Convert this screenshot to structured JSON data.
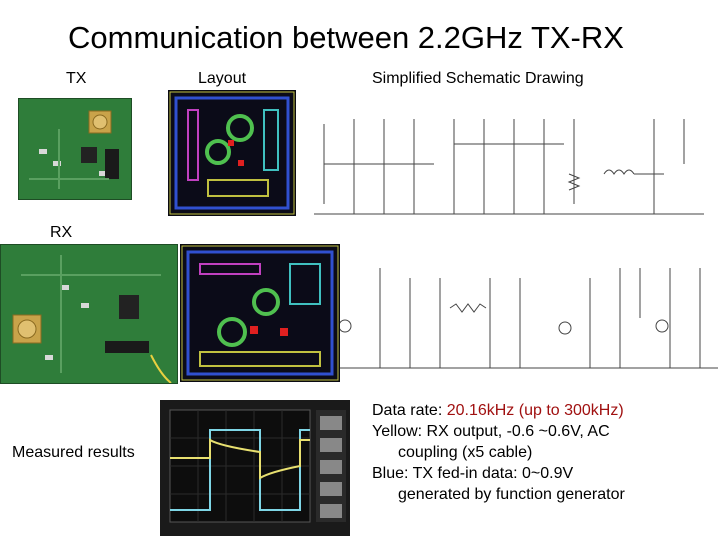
{
  "slide": {
    "title": "Communication between 2.2GHz TX-RX",
    "labels": {
      "tx": "TX",
      "layout": "Layout",
      "schematic": "Simplified Schematic Drawing",
      "rx": "RX",
      "measured": "Measured results"
    },
    "notes": {
      "rate_prefix": "Data rate: ",
      "rate_value": "20.16kHz (up to 300kHz)",
      "yellow_line1": "Yellow: RX output, -0.6 ~0.6V, AC",
      "yellow_line2": "coupling (x5 cable)",
      "blue_line1": "Blue: TX  fed-in data: 0~0.9V",
      "blue_line2": "generated by function generator"
    },
    "colors": {
      "pcb_green": "#2f7d3a",
      "trace_yellow": "#e8e070",
      "trace_cyan": "#7fd6e6",
      "highlight_red": "#a01010"
    }
  }
}
